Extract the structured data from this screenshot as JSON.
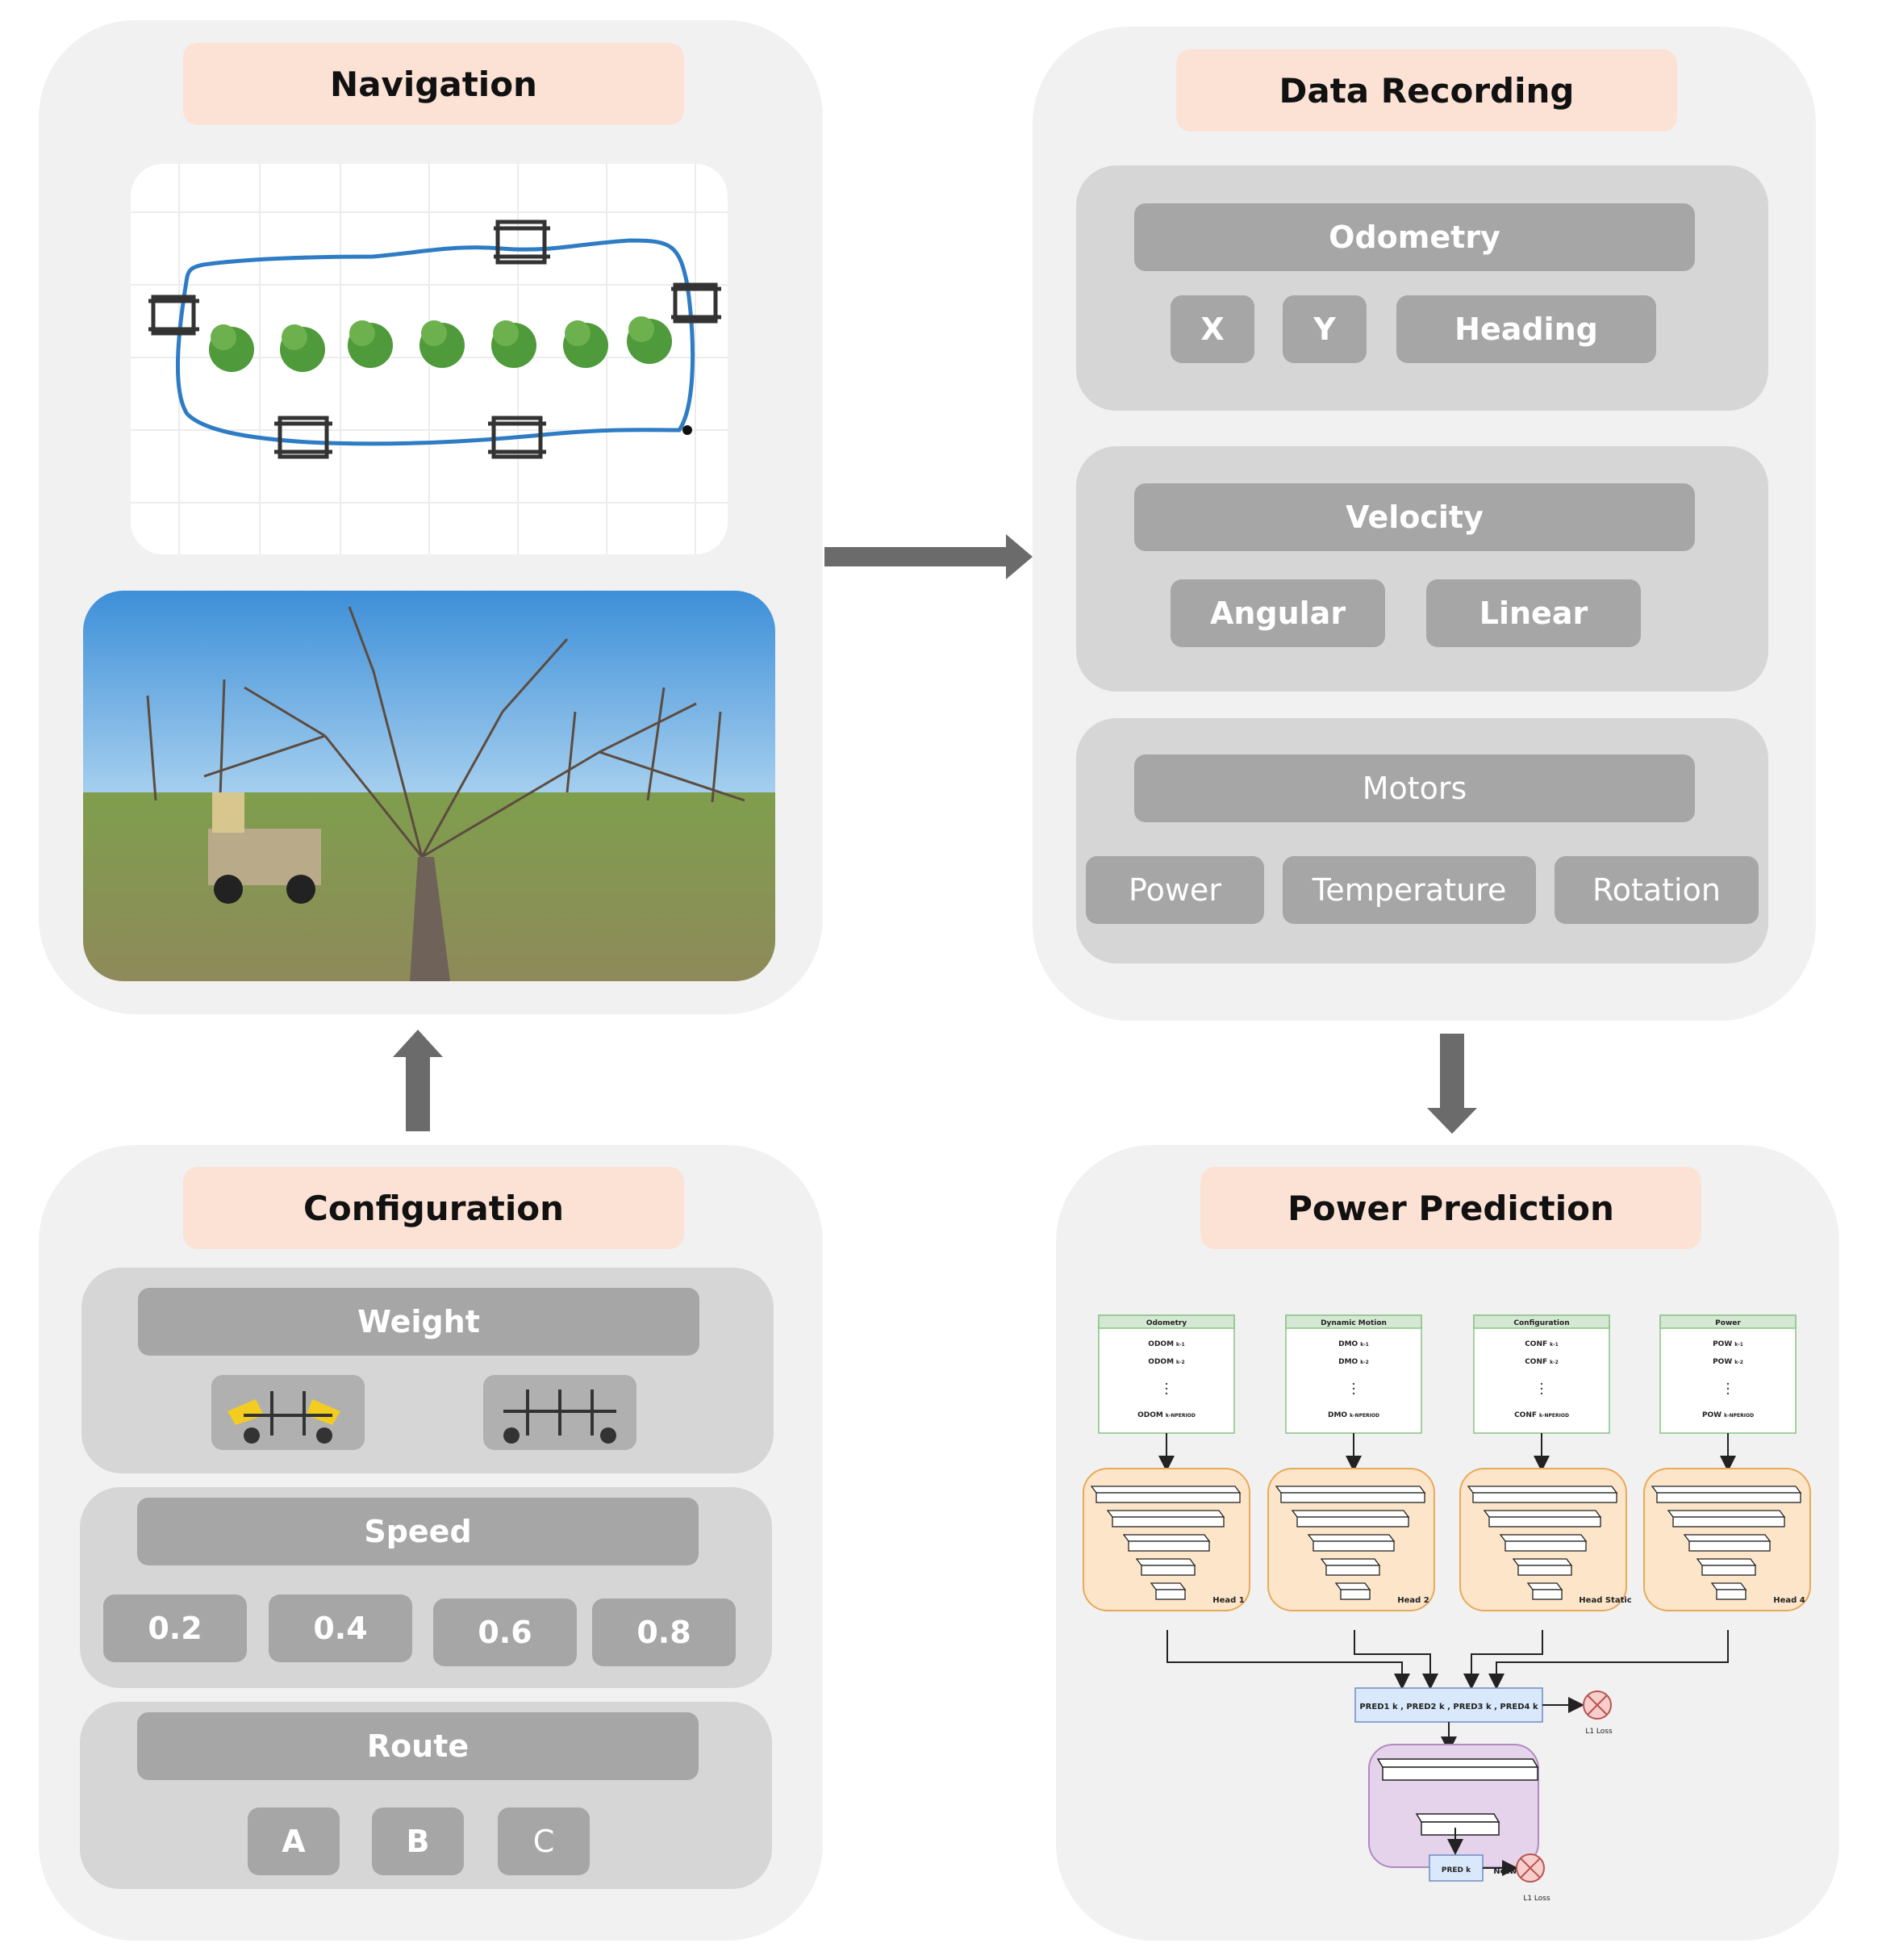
{
  "navigation": {
    "title": "Navigation"
  },
  "data_recording": {
    "title": "Data Recording",
    "odometry": {
      "label": "Odometry",
      "items": [
        "X",
        "Y",
        "Heading"
      ]
    },
    "velocity": {
      "label": "Velocity",
      "items": [
        "Angular",
        "Linear"
      ]
    },
    "motors": {
      "label": "Motors",
      "items": [
        "Power",
        "Temperature",
        "Rotation"
      ]
    }
  },
  "configuration": {
    "title": "Configuration",
    "weight": {
      "label": "Weight"
    },
    "speed": {
      "label": "Speed",
      "items": [
        "0.2",
        "0.4",
        "0.6",
        "0.8"
      ]
    },
    "route": {
      "label": "Route",
      "items": [
        "A",
        "B",
        "C"
      ]
    }
  },
  "power_prediction": {
    "title": "Power Prediction",
    "inputs": [
      {
        "title": "Odometry",
        "row1": "ODOM",
        "row1_sub": "k-1",
        "row2": "ODOM",
        "row2_sub": "k-2",
        "last": "ODOM",
        "last_sub": "k-NPERIOD"
      },
      {
        "title": "Dynamic Motion",
        "row1": "DMO",
        "row1_sub": "k-1",
        "row2": "DMO",
        "row2_sub": "k-2",
        "last": "DMO",
        "last_sub": "k-NPERIOD"
      },
      {
        "title": "Configuration",
        "row1": "CONF",
        "row1_sub": "k-1",
        "row2": "CONF",
        "row2_sub": "k-2",
        "last": "CONF",
        "last_sub": "k-NPERIOD"
      },
      {
        "title": "Power",
        "row1": "POW",
        "row1_sub": "k-1",
        "row2": "POW",
        "row2_sub": "k-2",
        "last": "POW",
        "last_sub": "k-NPERIOD"
      }
    ],
    "heads": [
      "Head 1",
      "Head 2",
      "Head Static",
      "Head 4"
    ],
    "pred_concat": "PRED1 k , PRED2 k , PRED3 k , PRED4 k",
    "loss1": "L1 Loss",
    "network": "Network",
    "pred_final": "PRED k",
    "loss2": "L1 Loss"
  },
  "colors": {
    "panel": "#f1f1f1",
    "title_bg": "#fbe2d5",
    "group": "#d6d6d6",
    "box": "#a6a6a6",
    "arrow": "#6b6b6b",
    "head_fill": "#fde5c9",
    "head_stroke": "#e8a95a",
    "network_fill": "#e4d3ea",
    "network_stroke": "#b08ac2",
    "input_stroke": "#88c286",
    "pred_fill": "#dae8fc"
  }
}
